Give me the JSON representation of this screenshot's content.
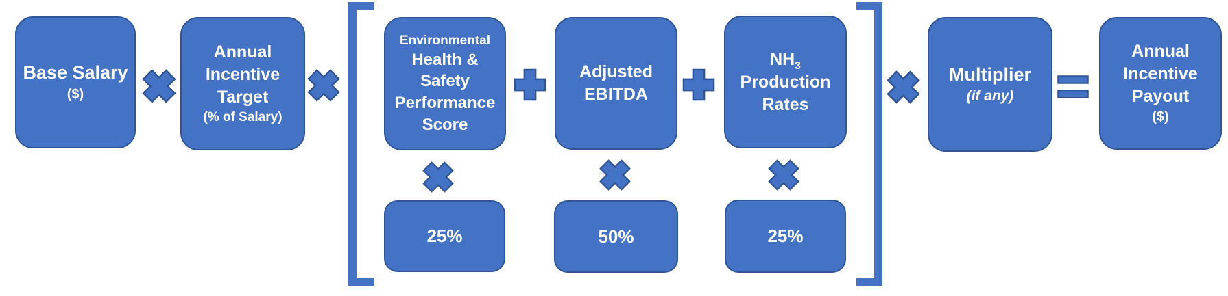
{
  "colors": {
    "shape_fill": "#4472C4",
    "shape_border": "#2F5597",
    "bracket": "#4472C4",
    "text": "#FFFFFF",
    "background": "#FFFFFF"
  },
  "icons": {
    "multiply": "bold-x-multiplication-cross",
    "plus": "bold-plus-cross",
    "equals": "double-bar-equals",
    "bracket_left": "square-bracket-open",
    "bracket_right": "square-bracket-close"
  },
  "formula": {
    "base_salary": {
      "title": "Base Salary",
      "unit": "($)"
    },
    "incentive_target": {
      "line1": "Annual",
      "line2": "Incentive",
      "line3": "Target",
      "unit": "(% of Salary)"
    },
    "ehs": {
      "line1": "Environmental",
      "line2": "Health &",
      "line3": "Safety",
      "line4": "Performance",
      "line5": "Score",
      "weight": "25%"
    },
    "ebitda": {
      "line1": "Adjusted",
      "line2": "EBITDA",
      "weight": "50%"
    },
    "nh3": {
      "chem_main": "NH",
      "chem_sub": "3",
      "line2": "Production",
      "line3": "Rates",
      "weight": "25%"
    },
    "multiplier": {
      "title": "Multiplier",
      "note": "(if any)"
    },
    "payout": {
      "line1": "Annual",
      "line2": "Incentive",
      "line3": "Payout",
      "unit": "($)"
    }
  }
}
